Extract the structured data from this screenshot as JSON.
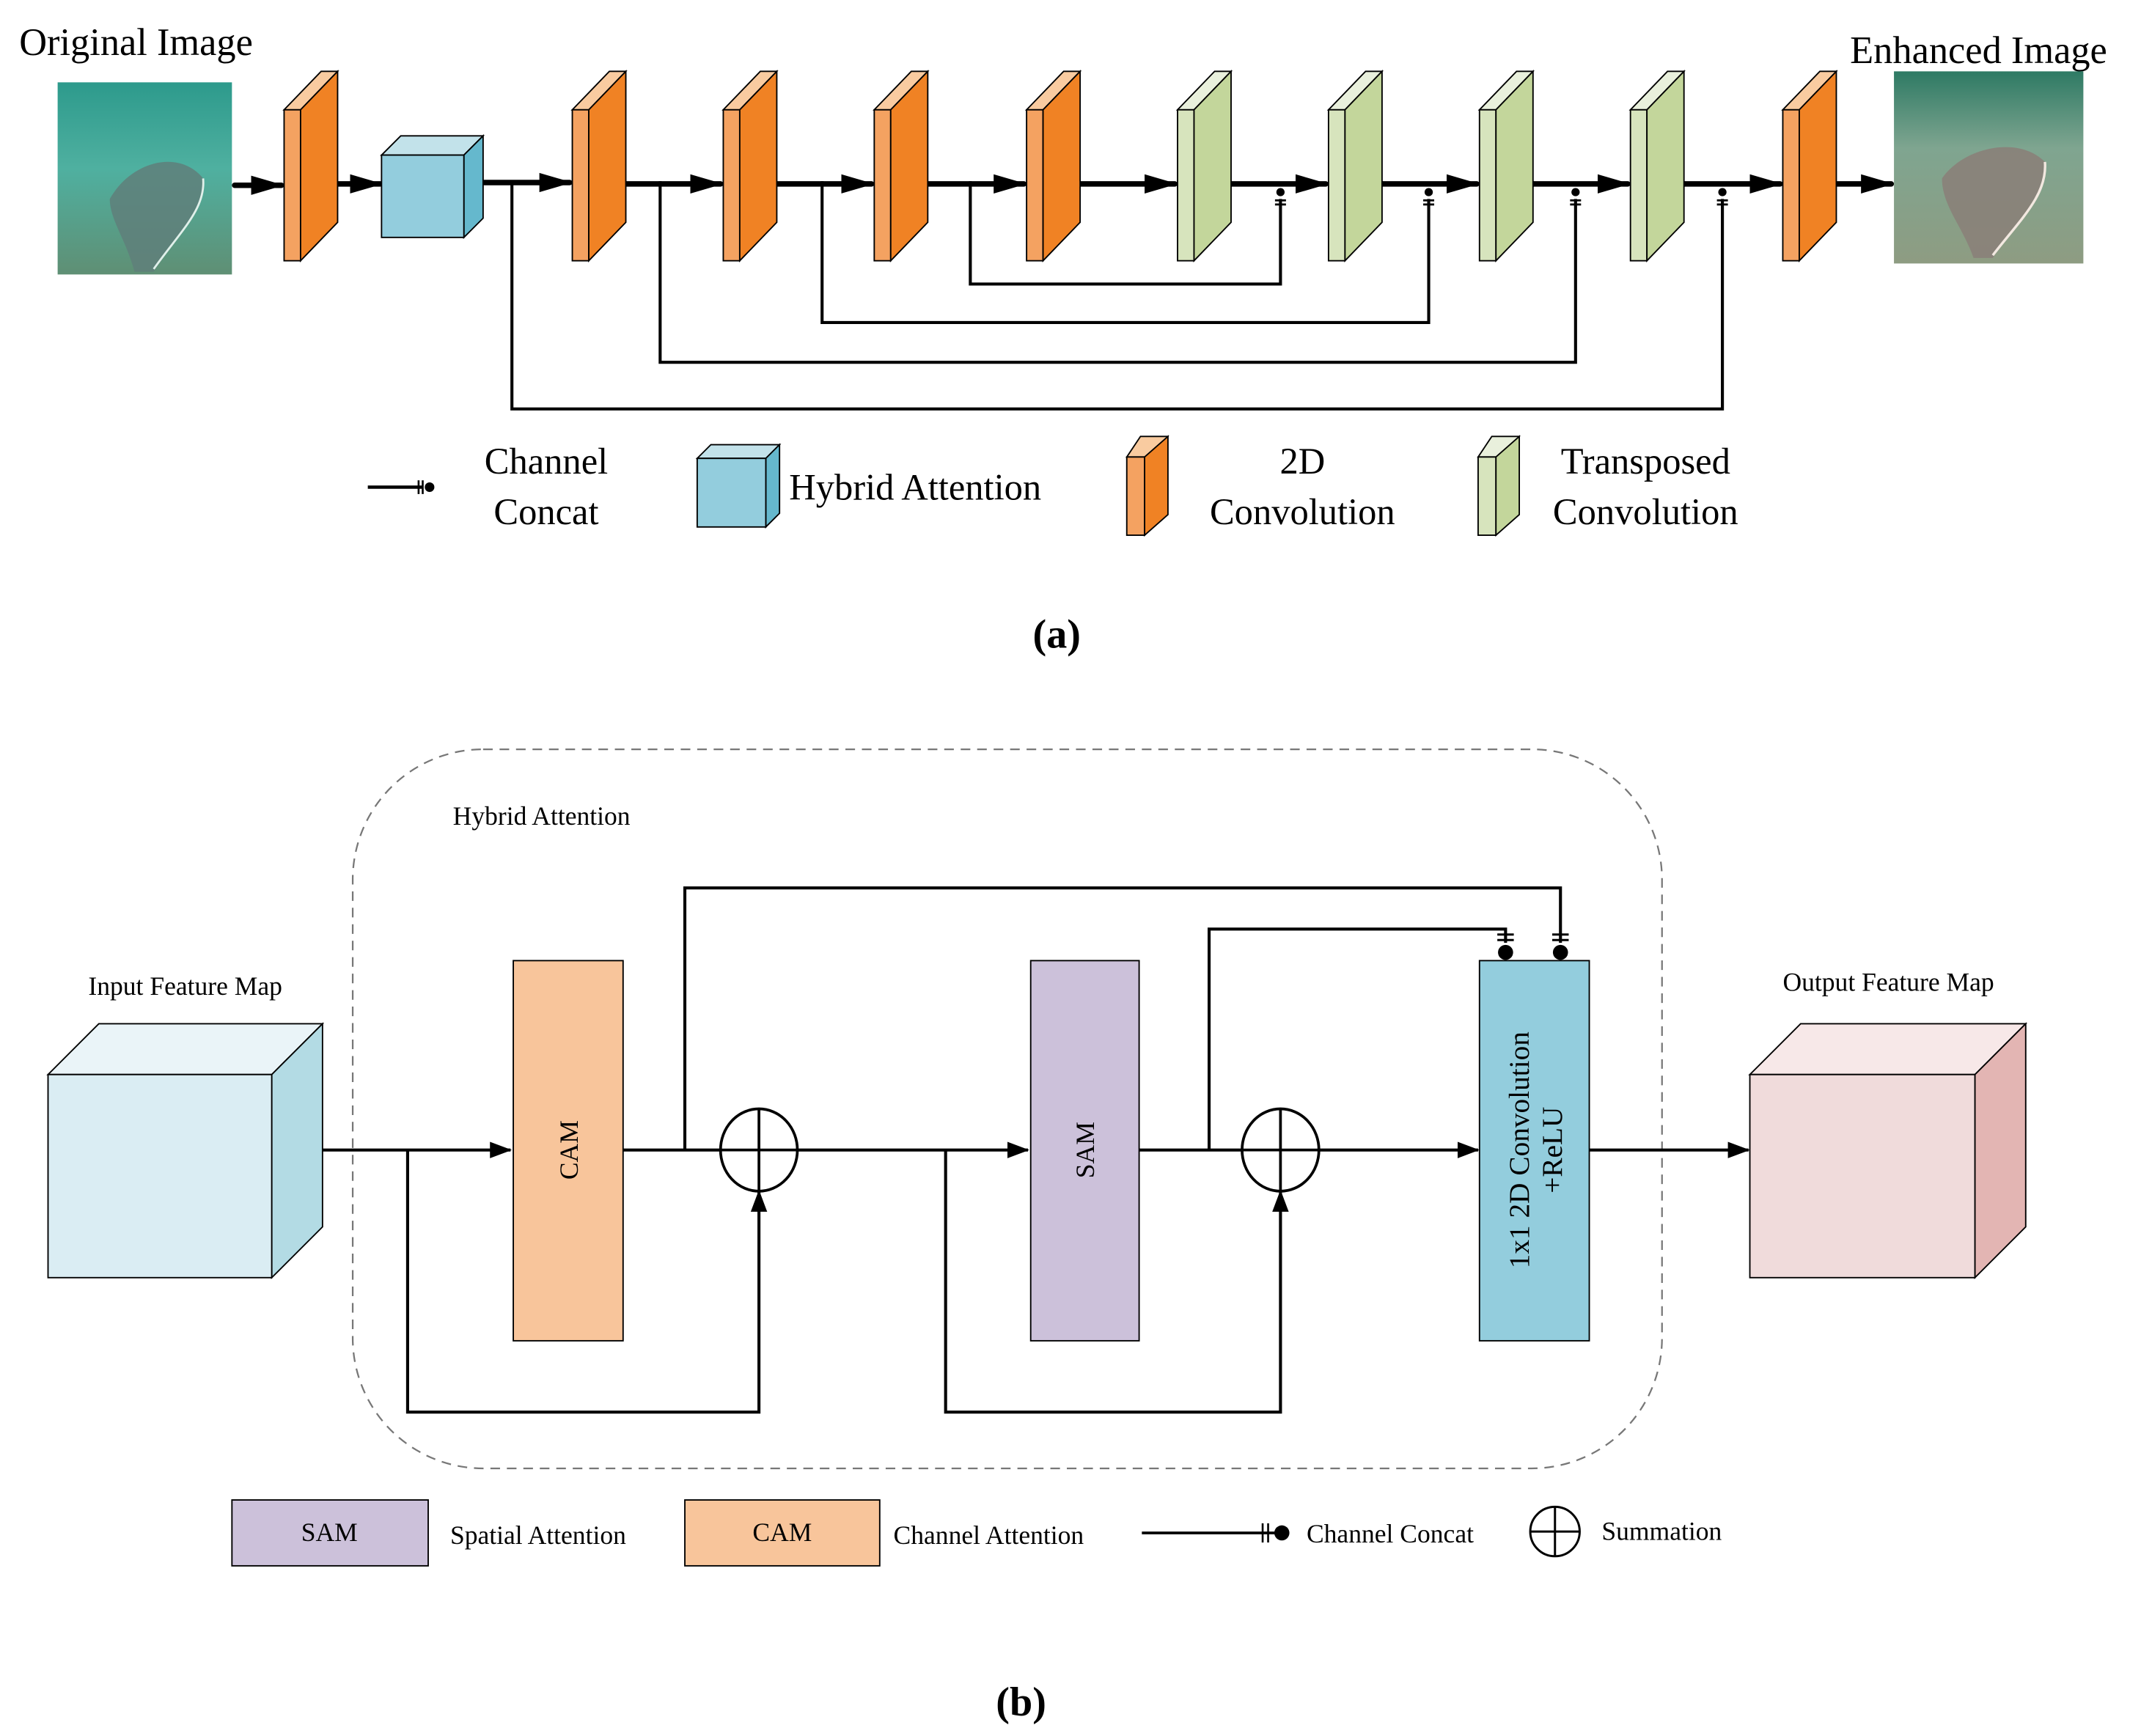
{
  "figure_a": {
    "caption": "(a)",
    "input_label": "Original Image",
    "output_label": "Enhanced Image",
    "pipeline": [
      {
        "type": "2D Convolution"
      },
      {
        "type": "Hybrid Attention"
      },
      {
        "type": "2D Convolution"
      },
      {
        "type": "2D Convolution"
      },
      {
        "type": "2D Convolution"
      },
      {
        "type": "2D Convolution"
      },
      {
        "type": "Transposed Convolution"
      },
      {
        "type": "Transposed Convolution"
      },
      {
        "type": "Transposed Convolution"
      },
      {
        "type": "Transposed Convolution"
      },
      {
        "type": "2D Convolution"
      }
    ],
    "skip_connections": [
      {
        "from": "conv4 output",
        "to": "transposed1 output",
        "join": "Channel Concat"
      },
      {
        "from": "conv3 output",
        "to": "transposed2 output",
        "join": "Channel Concat"
      },
      {
        "from": "conv2 output",
        "to": "transposed3 output",
        "join": "Channel Concat"
      },
      {
        "from": "hybrid attention output",
        "to": "transposed4 output",
        "join": "Channel Concat"
      }
    ],
    "legend": {
      "concat_line1": "Channel",
      "concat_line2": "Concat",
      "hybrid": "Hybrid Attention",
      "conv_line1": "2D",
      "conv_line2": "Convolution",
      "tconv_line1": "Transposed",
      "tconv_line2": "Convolution"
    }
  },
  "figure_b": {
    "caption": "(b)",
    "group_label": "Hybrid Attention",
    "input_label": "Input Feature Map",
    "output_label": "Output Feature Map",
    "cam_label": "CAM",
    "sam_label": "SAM",
    "conv_line1": "1x1 2D Convolution",
    "conv_line2": "+ReLU",
    "legend": {
      "sam_box": "SAM",
      "sam_text": "Spatial Attention",
      "cam_box": "CAM",
      "cam_text": "Channel Attention",
      "concat_text": "Channel Concat",
      "sum_text": "Summation"
    }
  },
  "colors": {
    "conv_front": "#f08224",
    "conv_side": "#f4a261",
    "conv_top": "#f9cba0",
    "tconv_front": "#c3d69b",
    "tconv_side": "#d7e4bd",
    "tconv_top": "#e9f0dc",
    "hybrid_front": "#93cddd",
    "hybrid_side": "#65b8cd",
    "hybrid_top": "#c2e2ea",
    "cam": "#f8c59b",
    "sam": "#ccc1da",
    "conv1x1": "#93cddd",
    "input_front": "#daedf3",
    "input_side": "#b3dbe4",
    "input_top": "#eaf4f8",
    "output_front": "#f0dbdb",
    "output_side": "#e3b5b3",
    "output_top": "#f7e8e8"
  }
}
